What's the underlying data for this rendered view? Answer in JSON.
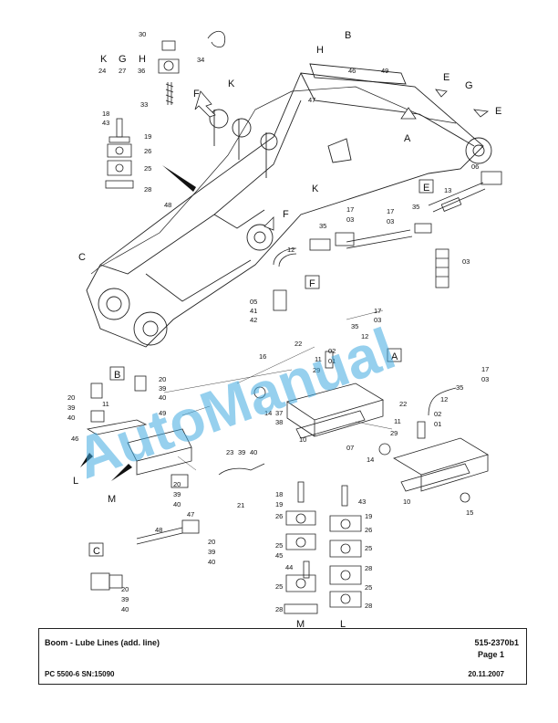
{
  "detail_markers": {
    "K": "K",
    "G": "G",
    "H": "H",
    "B": "B",
    "E": "E",
    "F": "F",
    "A": "A",
    "C": "C",
    "L": "L",
    "M": "M"
  },
  "part_numbers": {
    "n30": "30",
    "n34": "34",
    "n24": "24",
    "n27": "27",
    "n36": "36",
    "n33": "33",
    "n18": "18",
    "n43": "43",
    "n19": "19",
    "n26": "26",
    "n25": "25",
    "n28": "28",
    "n46": "46",
    "n49": "49",
    "n47": "47",
    "n48": "48",
    "n06": "06",
    "n13": "13",
    "n35": "35",
    "n17": "17",
    "n03": "03",
    "n12": "12",
    "n05": "05",
    "n41": "41",
    "n42": "42",
    "n22": "22",
    "n11": "11",
    "n02": "02",
    "n01": "01",
    "n29": "29",
    "n16": "16",
    "n14": "14",
    "n37": "37",
    "n38": "38",
    "n10": "10",
    "n07": "07",
    "n15": "15",
    "n20": "20",
    "n39": "39",
    "n40": "40",
    "n23": "23",
    "n21": "21",
    "n45": "45",
    "n44": "44"
  },
  "watermark": "AutoManual",
  "footer": {
    "title": "Boom - Lube Lines (add. line)",
    "doc_number": "515-2370b1",
    "page": "Page 1",
    "model": "PC 5500-6 SN:15090",
    "date": "20.11.2007"
  }
}
